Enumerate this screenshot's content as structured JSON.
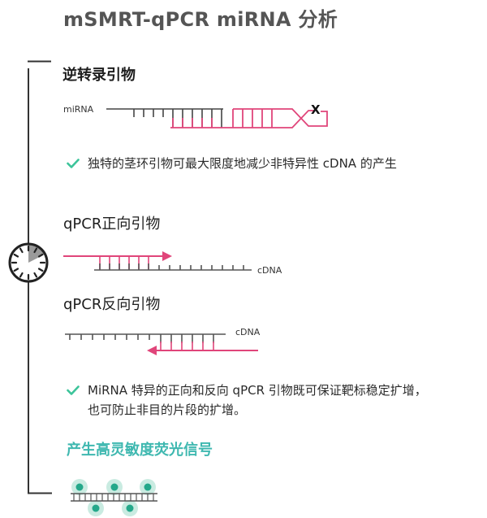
{
  "title": "mSMRT-qPCR miRNA 分析",
  "colors": {
    "title": "#555555",
    "primer_pink": "#e0457a",
    "strand_gray": "#555555",
    "accent_teal": "#3fb8b0",
    "check_green": "#3cc49a",
    "fluor_dot": "#24a88a",
    "fluor_halo": "#c9ebe1"
  },
  "icons": {
    "timeline": "bracket-line",
    "timer": "stopwatch-icon",
    "check": "checkmark-icon"
  },
  "sections": {
    "rt_primer": {
      "heading": "逆转录引物",
      "diagram": {
        "label_left": "miRNA",
        "loop_mark": "X"
      },
      "bullet": "独特的茎环引物可最大限度地减少非特异性 cDNA 的产生"
    },
    "forward_primer": {
      "heading": "qPCR正向引物",
      "diagram": {
        "label_right": "cDNA"
      }
    },
    "reverse_primer": {
      "heading": "qPCR反向引物",
      "diagram": {
        "label_right": "cDNA"
      },
      "bullet_line1": "MiRNA 特异的正向和反向 qPCR 引物既可保证靶标稳定扩增，",
      "bullet_line2": "也可防止非目的片段的扩增。"
    },
    "signal": {
      "heading": "产生高灵敏度荧光信号"
    }
  }
}
